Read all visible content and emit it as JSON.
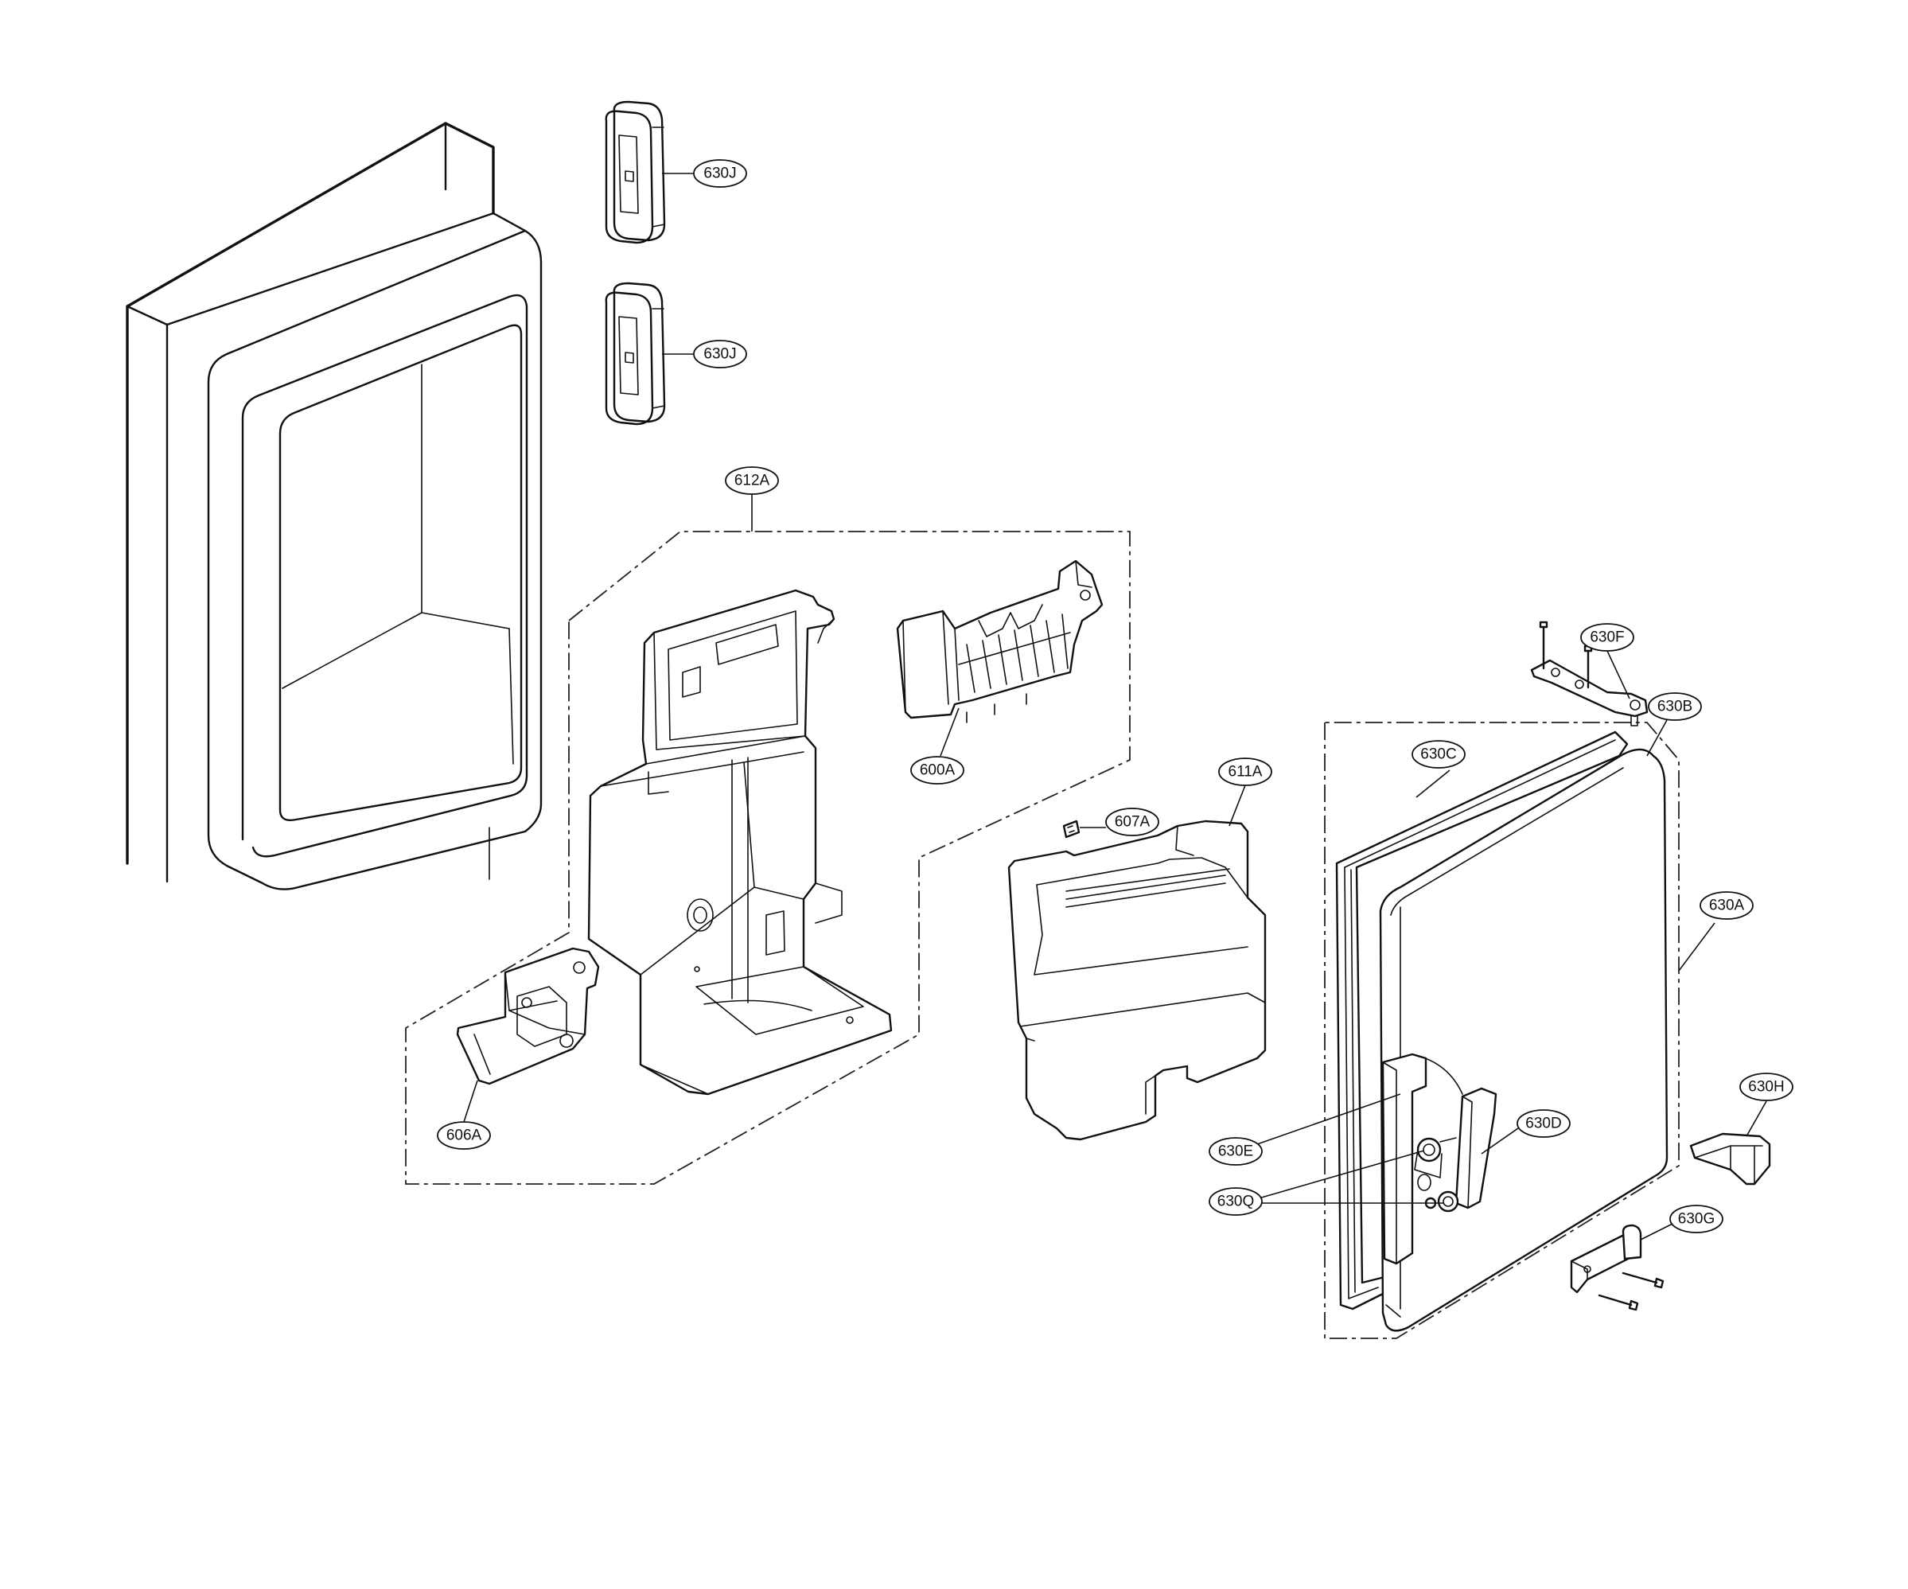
{
  "callouts": {
    "c630J_top": "630J",
    "c630J_bottom": "630J",
    "c612A": "612A",
    "c600A": "600A",
    "c611A": "611A",
    "c607A": "607A",
    "c606A": "606A",
    "c630F": "630F",
    "c630B": "630B",
    "c630C": "630C",
    "c630A": "630A",
    "c630H": "630H",
    "c630D": "630D",
    "c630E": "630E",
    "c630Q": "630Q",
    "c630G": "630G"
  }
}
